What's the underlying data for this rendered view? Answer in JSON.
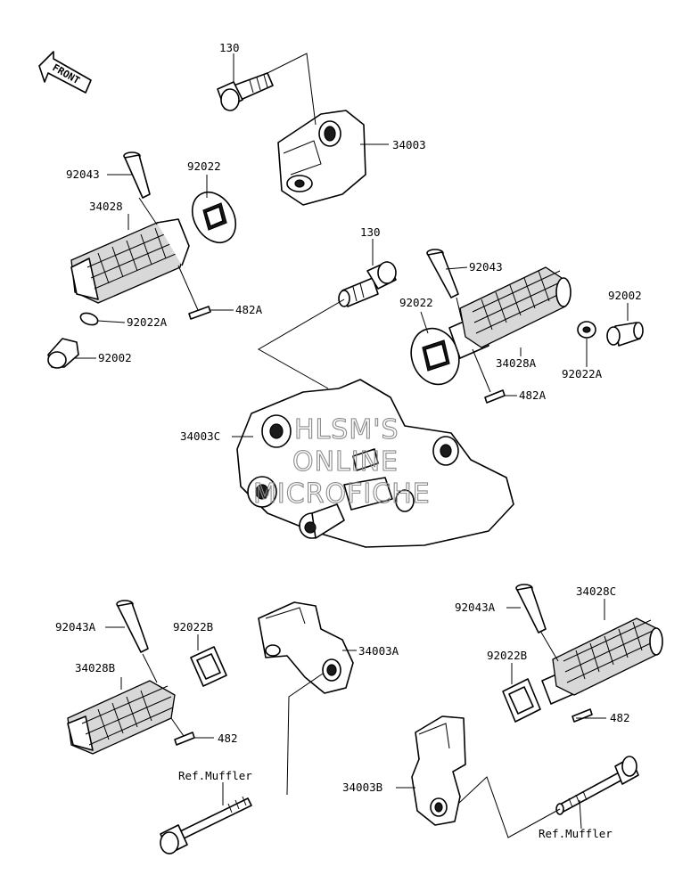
{
  "front_label": "FRONT",
  "watermark": [
    "HLSM'S",
    "ONLINE",
    "MICROFICHE"
  ],
  "callouts": [
    {
      "id": "130-a",
      "text": "130"
    },
    {
      "id": "34003",
      "text": "34003"
    },
    {
      "id": "92043-left",
      "text": "92043"
    },
    {
      "id": "92022-left",
      "text": "92022"
    },
    {
      "id": "34028",
      "text": "34028"
    },
    {
      "id": "482A-left",
      "text": "482A"
    },
    {
      "id": "92022A-left",
      "text": "92022A"
    },
    {
      "id": "92002-left",
      "text": "92002"
    },
    {
      "id": "130-b",
      "text": "130"
    },
    {
      "id": "92043-right",
      "text": "92043"
    },
    {
      "id": "92022-right",
      "text": "92022"
    },
    {
      "id": "92002-right",
      "text": "92002"
    },
    {
      "id": "34028A",
      "text": "34028A"
    },
    {
      "id": "92022A-right",
      "text": "92022A"
    },
    {
      "id": "482A-right",
      "text": "482A"
    },
    {
      "id": "34003C",
      "text": "34003C"
    },
    {
      "id": "92043A-left",
      "text": "92043A"
    },
    {
      "id": "92022B-left",
      "text": "92022B"
    },
    {
      "id": "34003A",
      "text": "34003A"
    },
    {
      "id": "34028B",
      "text": "34028B"
    },
    {
      "id": "482-left",
      "text": "482"
    },
    {
      "id": "ref-muffler-left",
      "text": "Ref.Muffler"
    },
    {
      "id": "92043A-right",
      "text": "92043A"
    },
    {
      "id": "34028C",
      "text": "34028C"
    },
    {
      "id": "92022B-right",
      "text": "92022B"
    },
    {
      "id": "482-right",
      "text": "482"
    },
    {
      "id": "34003B",
      "text": "34003B"
    },
    {
      "id": "ref-muffler-right",
      "text": "Ref.Muffler"
    }
  ]
}
